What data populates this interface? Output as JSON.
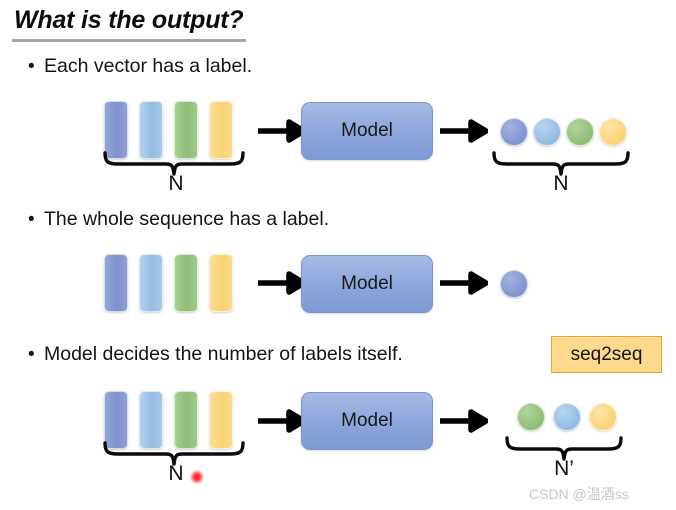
{
  "slide": {
    "title": "What is the output?",
    "bullet_marker": "•",
    "watermark": "CSDN @温酒ss",
    "background": "#ffffff"
  },
  "bullets": [
    {
      "text": "Each vector has a label."
    },
    {
      "text": "The whole sequence has a label."
    },
    {
      "text": "Model decides the number of labels itself."
    }
  ],
  "badge": {
    "label": "seq2seq",
    "fill": "#fcd98c",
    "border": "#e8a33d"
  },
  "palette": {
    "vector_blue_dark": "#7f92cb",
    "vector_blue_light": "#93bde4",
    "vector_green": "#8fbd77",
    "vector_yellow": "#fbd273",
    "model_blue": "#90a9dd",
    "arrow_black": "#000000",
    "title_rule_gray": "#a6a6a6",
    "cursor_red": "#ff1d1d"
  },
  "rows": [
    {
      "name": "each-vector-has-a-label",
      "model_label": "Model",
      "input_vectors": [
        "vector-blue-dark",
        "vector-blue-light",
        "vector-green",
        "vector-yellow"
      ],
      "input_brace_label": "N",
      "output_circles": [
        "circle-blue-dark",
        "circle-blue-light",
        "circle-green",
        "circle-yellow"
      ],
      "output_brace_label": "N"
    },
    {
      "name": "whole-sequence-has-a-label",
      "model_label": "Model",
      "input_vectors": [
        "vector-blue-dark",
        "vector-blue-light",
        "vector-green",
        "vector-yellow"
      ],
      "input_brace_label": "",
      "output_circles": [
        "circle-blue-dark"
      ],
      "output_brace_label": ""
    },
    {
      "name": "model-decides-number-of-labels",
      "model_label": "Model",
      "input_vectors": [
        "vector-blue-dark",
        "vector-blue-light",
        "vector-green",
        "vector-yellow"
      ],
      "input_brace_label": "N",
      "output_circles": [
        "circle-green",
        "circle-blue-light",
        "circle-yellow"
      ],
      "output_brace_label": "N’"
    }
  ]
}
